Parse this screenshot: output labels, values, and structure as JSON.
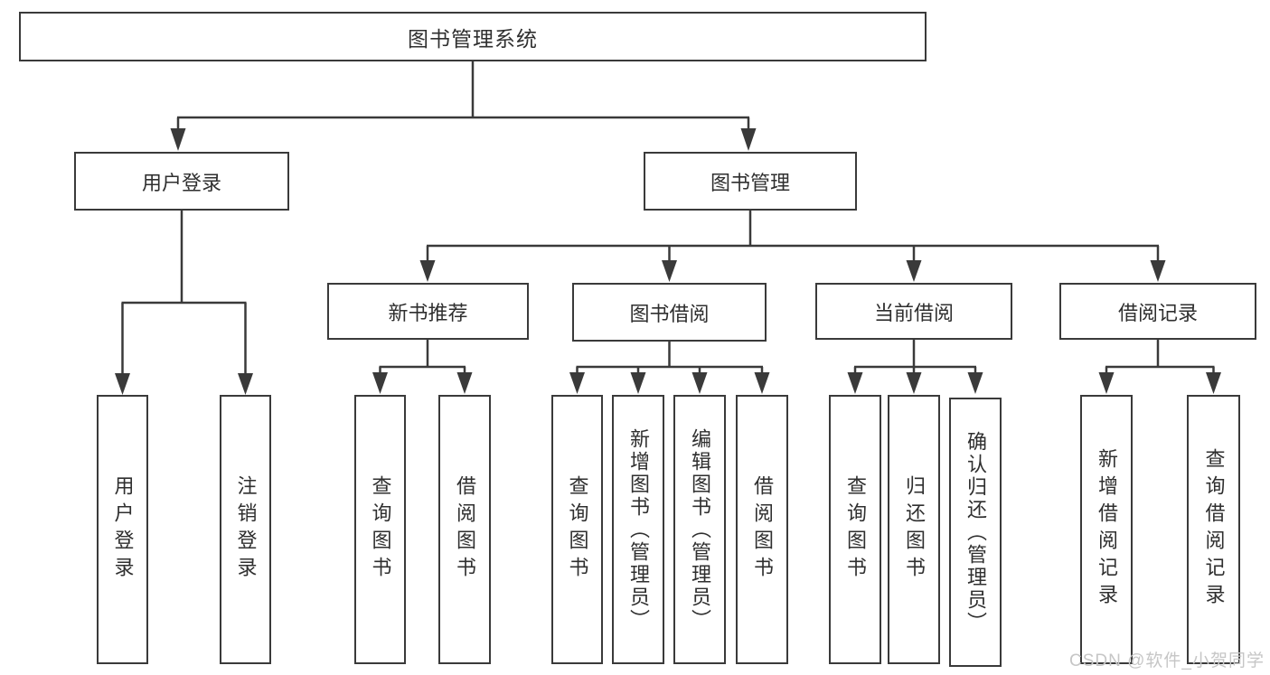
{
  "root": {
    "label": "图书管理系统"
  },
  "branches": [
    {
      "label": "用户登录",
      "leaves": [
        "用户登录",
        "注销登录"
      ]
    },
    {
      "label": "图书管理",
      "groups": [
        {
          "label": "新书推荐",
          "leaves": [
            "查询图书",
            "借阅图书"
          ]
        },
        {
          "label": "图书借阅",
          "leaves": [
            "查询图书",
            "新增图书（管理员）",
            "编辑图书（管理员）",
            "借阅图书"
          ]
        },
        {
          "label": "当前借阅",
          "leaves": [
            "查询图书",
            "归还图书",
            "确认归还（管理员）"
          ]
        },
        {
          "label": "借阅记录",
          "leaves": [
            "新增借阅记录",
            "查询借阅记录"
          ]
        }
      ]
    }
  ],
  "watermark": "CSDN @软件_小贺同学",
  "colors": {
    "line": "#3a3a3a",
    "text": "#2f2f2f",
    "watermark": "#c6c6c6",
    "background": "#ffffff"
  }
}
